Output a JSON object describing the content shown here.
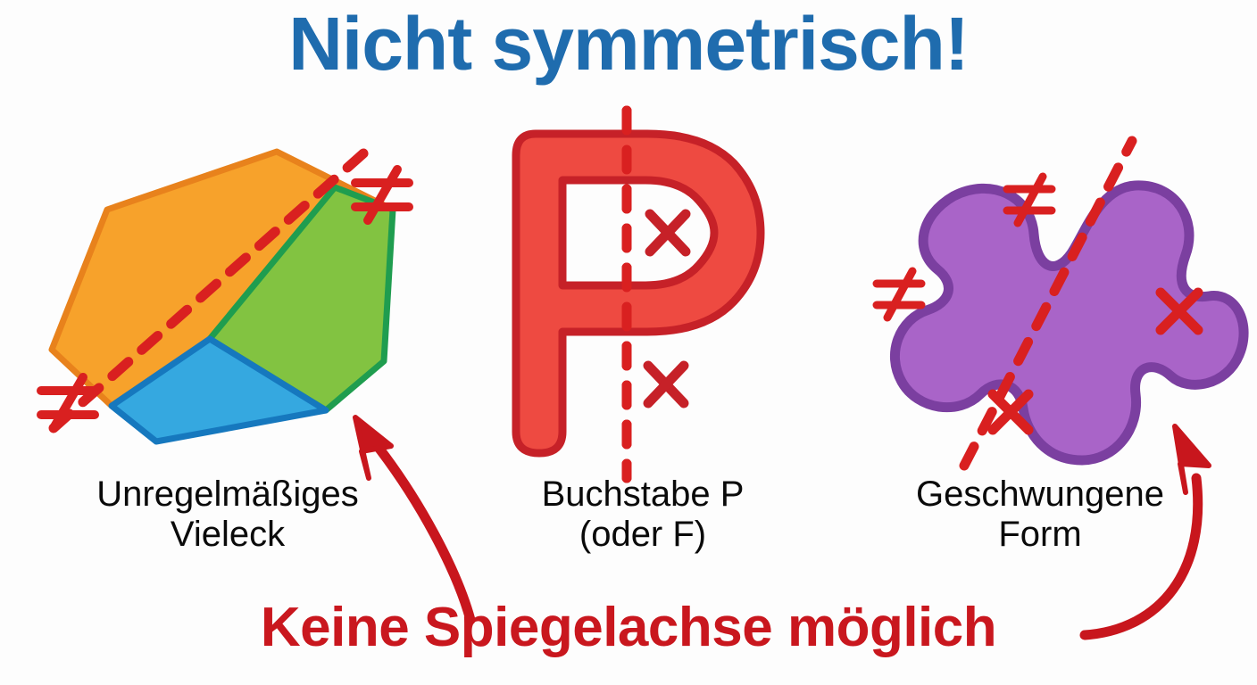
{
  "page": {
    "title": "Nicht symmetrisch!",
    "banner": "Keine Spiegelachse möglich",
    "background_color": "#fdfdfd"
  },
  "colors": {
    "title_blue": "#1F6CAE",
    "banner_red": "#C9171E",
    "dash_red": "#D92020",
    "mark_red": "#C62128",
    "arrow_red": "#C8161D",
    "caption_black": "#0a0a0a",
    "polygon_orange_fill": "#F7A22B",
    "polygon_orange_stroke": "#E8821C",
    "polygon_green_fill": "#82C341",
    "polygon_green_stroke": "#1F9D4F",
    "polygon_blue_fill": "#35A8E0",
    "polygon_blue_stroke": "#1678BE",
    "letter_fill": "#EE4A41",
    "letter_stroke": "#C62128",
    "blob_fill": "#A964C8",
    "blob_stroke": "#7B3FA0"
  },
  "figures": [
    {
      "id": "polygon",
      "shape_name": "irregular-polygon",
      "caption_line1": "Unregelmäßiges",
      "caption_line2": "Vieleck",
      "axis_style": "dashed-diagonal",
      "marks": [
        {
          "glyph": "≠",
          "name": "not-equal-mark-top-right"
        },
        {
          "glyph": "≠",
          "name": "not-equal-mark-bottom-left"
        }
      ]
    },
    {
      "id": "letter-p",
      "shape_name": "letter-p",
      "caption_line1": "Buchstabe P",
      "caption_line2": "(oder F)",
      "axis_style": "dashed-vertical",
      "marks": [
        {
          "glyph": "✕",
          "name": "cross-mark-upper"
        },
        {
          "glyph": "✕",
          "name": "cross-mark-lower"
        }
      ]
    },
    {
      "id": "curvy-blob",
      "shape_name": "curvy-blob",
      "caption_line1": "Geschwungene",
      "caption_line2": "Form",
      "axis_style": "dashed-diagonal",
      "marks": [
        {
          "glyph": "≠",
          "name": "not-equal-mark-top"
        },
        {
          "glyph": "≠",
          "name": "not-equal-mark-left"
        },
        {
          "glyph": "✕",
          "name": "cross-mark-right"
        },
        {
          "glyph": "✕",
          "name": "cross-mark-bottom"
        }
      ]
    }
  ],
  "arrows": [
    {
      "name": "arrow-to-polygon",
      "direction": "up-left"
    },
    {
      "name": "arrow-to-blob",
      "direction": "up-left"
    }
  ]
}
